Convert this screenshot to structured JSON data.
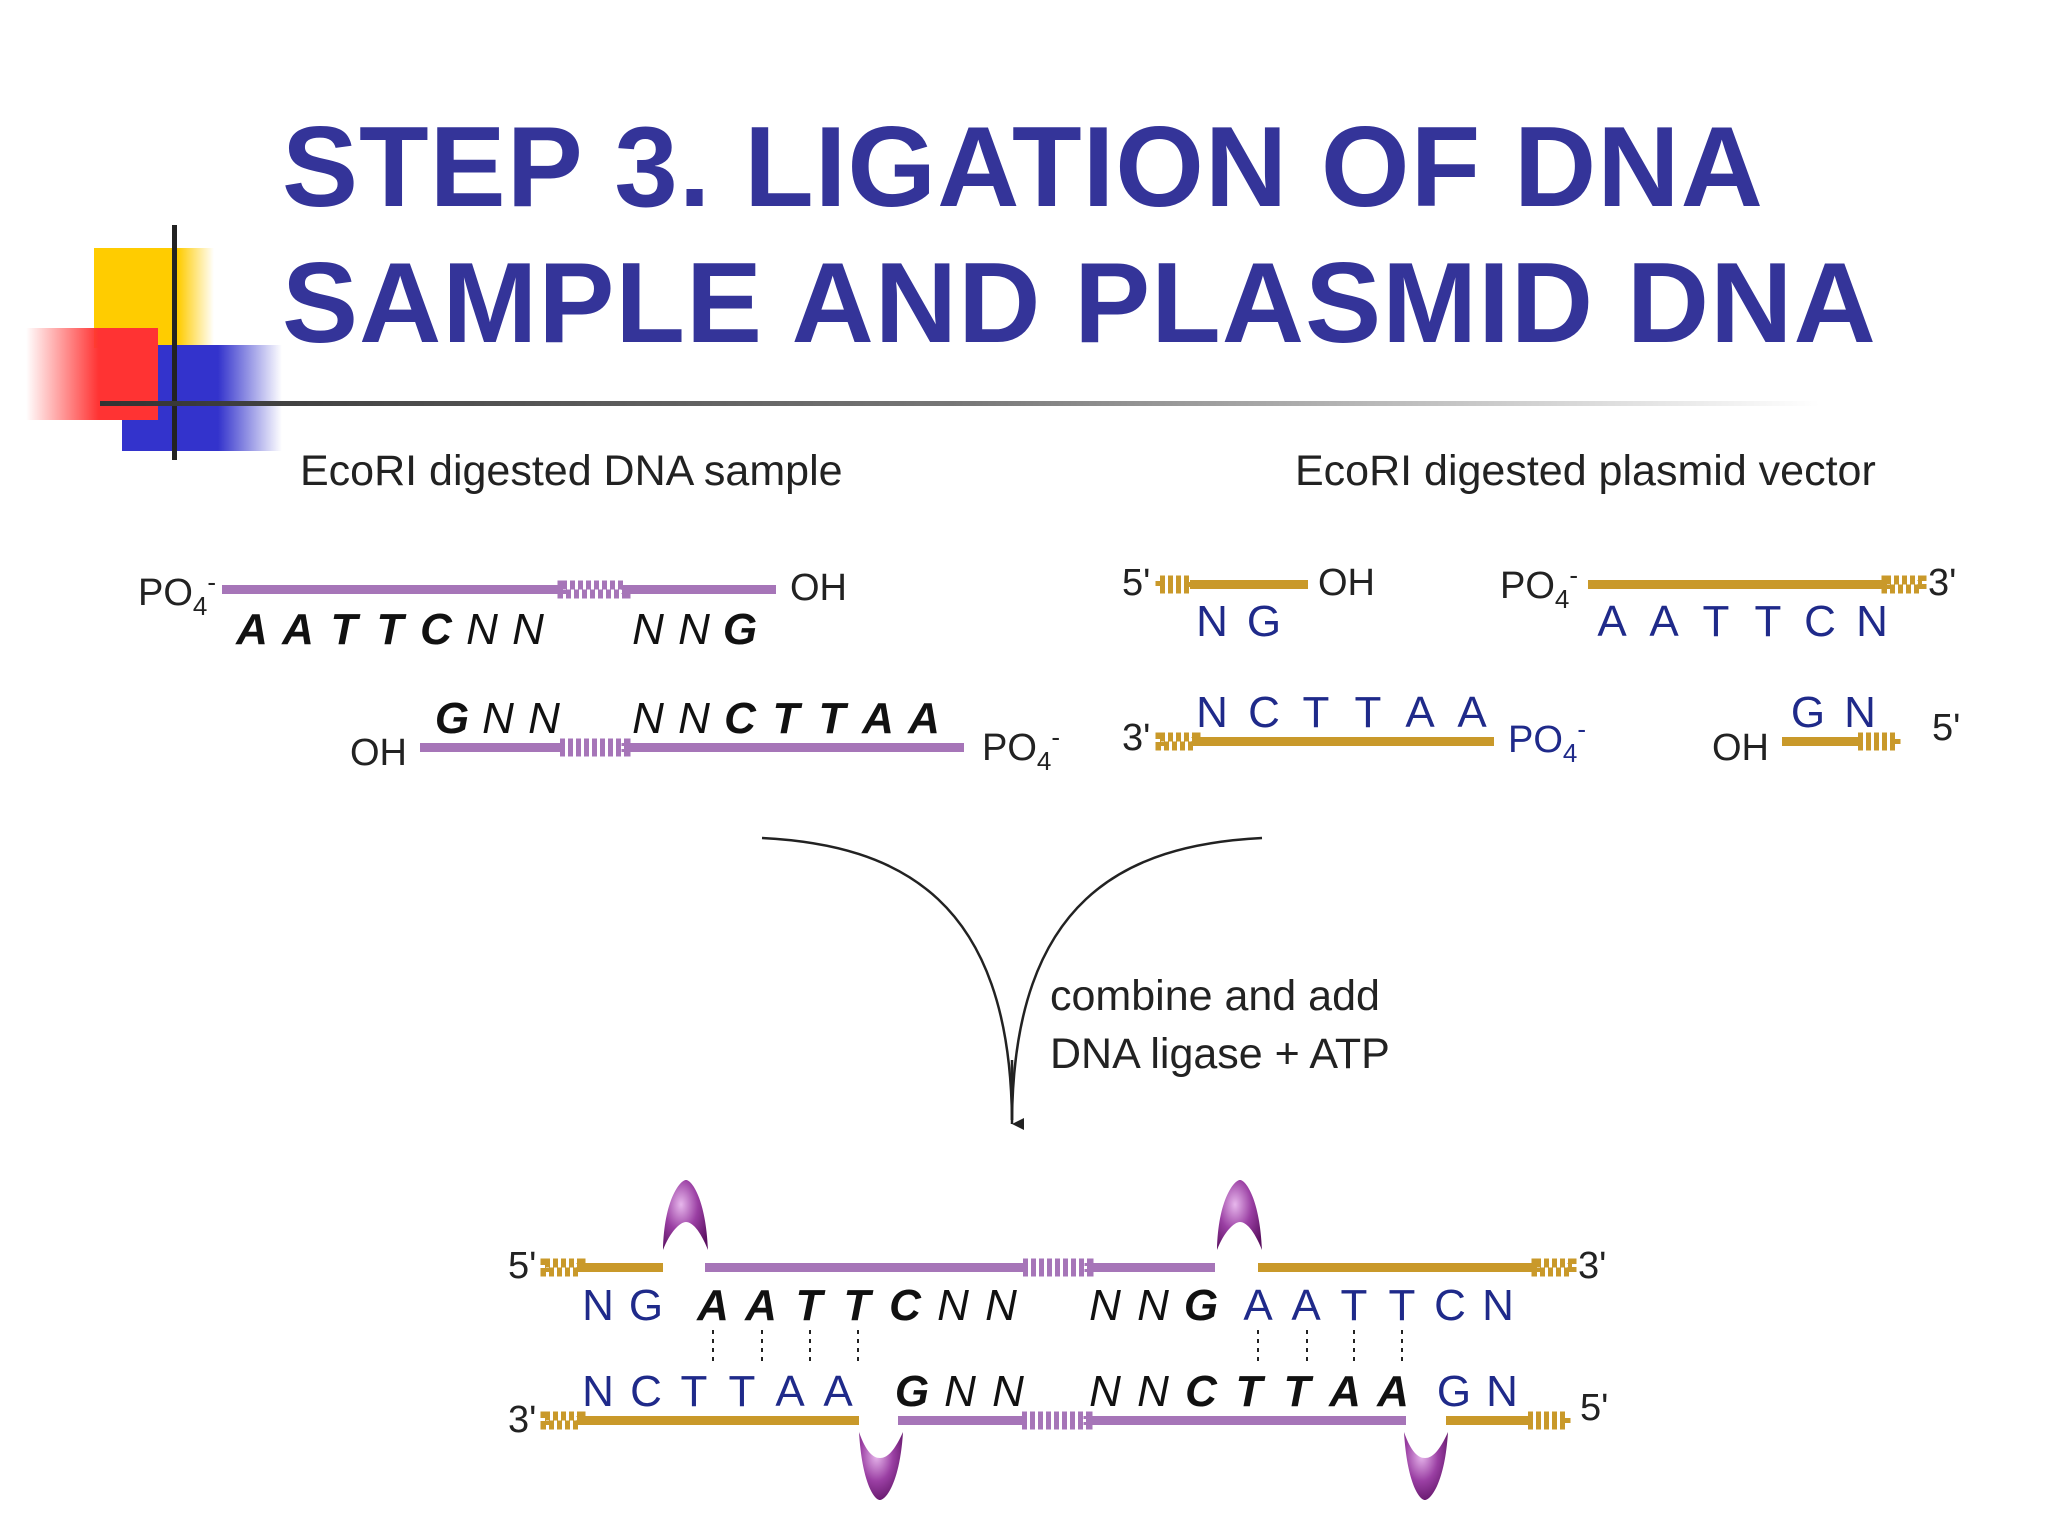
{
  "title": {
    "line1": "STEP 3. LIGATION OF DNA",
    "line2": "SAMPLE AND PLASMID DNA"
  },
  "colors": {
    "title": "#343499",
    "deco_yellow": "#FFCC00",
    "deco_red": "#FF3333",
    "deco_blue": "#3333CC",
    "sample_strand": "#A675B8",
    "plasmid_strand": "#C9992A",
    "plasmid_text": "#1F2A8A",
    "ligase": "#7A2C82"
  },
  "panels": {
    "sample_heading": "EcoRI digested DNA sample",
    "vector_heading": "EcoRI digested plasmid vector"
  },
  "sample": {
    "po4": "PO",
    "sub": "4",
    "sup": "-",
    "oh": "OH",
    "top_left": [
      "A",
      "A",
      "T",
      "T",
      "C",
      "N",
      "N"
    ],
    "top_right": [
      "N",
      "N",
      "G"
    ],
    "bottom_left": [
      "G",
      "N",
      "N"
    ],
    "bottom_right": [
      "N",
      "N",
      "C",
      "T",
      "T",
      "A",
      "A"
    ]
  },
  "vector": {
    "five": "5'",
    "three": "3'",
    "oh": "OH",
    "po4": "PO",
    "sub": "4",
    "sup": "-",
    "left_top": [
      "N",
      "G"
    ],
    "left_bottom": [
      "N",
      "C",
      "T",
      "T",
      "A",
      "A"
    ],
    "right_top": [
      "A",
      "A",
      "T",
      "T",
      "C",
      "N"
    ],
    "right_bottom": [
      "G",
      "N"
    ]
  },
  "step_label": {
    "line1": "combine and add",
    "line2": "DNA ligase + ATP"
  },
  "product": {
    "five": "5'",
    "three": "3'",
    "top_vector_left": [
      "N",
      "G"
    ],
    "top_sample_left": [
      "A",
      "A",
      "T",
      "T",
      "C",
      "N",
      "N"
    ],
    "top_sample_right": [
      "N",
      "N",
      "G"
    ],
    "top_vector_right": [
      "A",
      "A",
      "T",
      "T",
      "C",
      "N"
    ],
    "bottom_vector_left": [
      "N",
      "C",
      "T",
      "T",
      "A",
      "A"
    ],
    "bottom_sample_left": [
      "G",
      "N",
      "N"
    ],
    "bottom_sample_right": [
      "N",
      "N",
      "C",
      "T",
      "T",
      "A",
      "A"
    ],
    "bottom_vector_right": [
      "G",
      "N"
    ]
  }
}
